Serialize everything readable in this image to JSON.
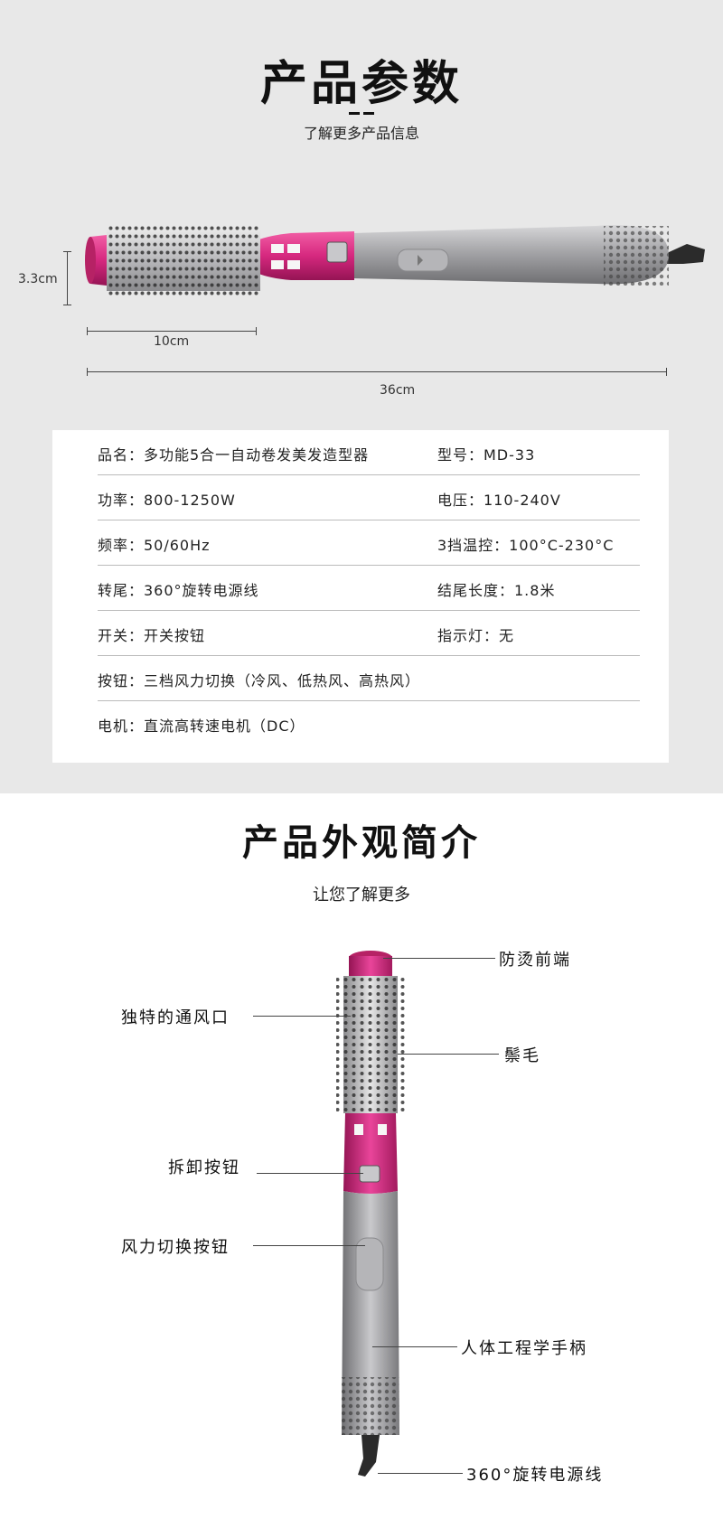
{
  "section1": {
    "title": "产品参数",
    "subtitle": "了解更多产品信息",
    "dimensions": {
      "height": "3.3cm",
      "barrel_length": "10cm",
      "total_length": "36cm"
    },
    "specs": [
      {
        "left": "品名：多功能5合一自动卷发美发造型器",
        "right": "型号：MD-33"
      },
      {
        "left": "功率：800-1250W",
        "right": "电压：110-240V"
      },
      {
        "left": "频率：50/60Hz",
        "right": "3挡温控：100°C-230°C"
      },
      {
        "left": "转尾：360°旋转电源线",
        "right": "结尾长度：1.8米"
      },
      {
        "left": "开关：开关按钮",
        "right": "指示灯：无"
      },
      {
        "left": "按钮：三档风力切换（冷风、低热风、高热风）",
        "right": ""
      },
      {
        "left": "电机：直流高转速电机（DC）",
        "right": ""
      }
    ]
  },
  "section2": {
    "title": "产品外观简介",
    "subtitle": "让您了解更多",
    "labels": {
      "tip": "防烫前端",
      "vent": "独特的通风口",
      "bristles": "鬃毛",
      "release": "拆卸按钮",
      "wind": "风力切换按钮",
      "handle": "人体工程学手柄",
      "cord": "360°旋转电源线"
    }
  },
  "colors": {
    "accent": "#d6287f",
    "body": "#a8a8aa",
    "background": "#e8e8e8"
  }
}
